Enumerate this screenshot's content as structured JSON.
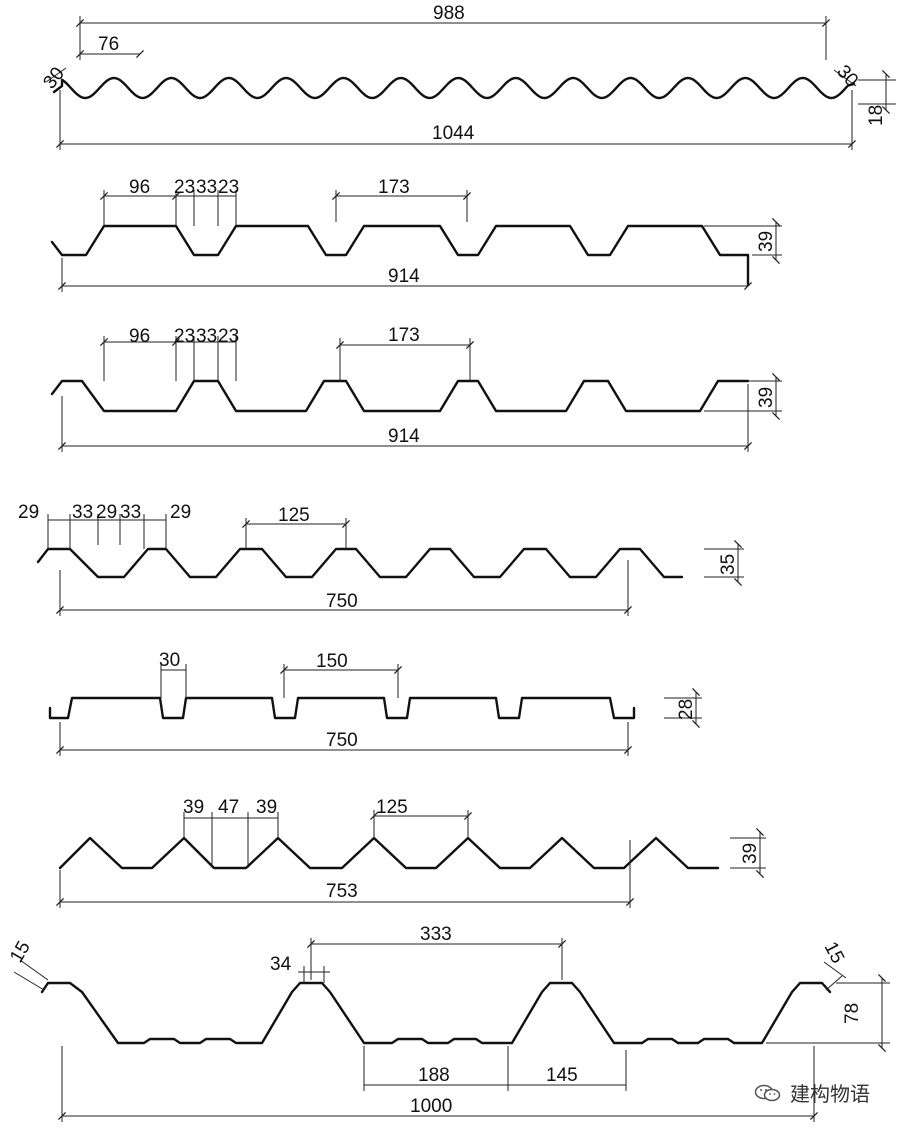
{
  "colors": {
    "line": "#111111",
    "background": "#ffffff"
  },
  "profiles": {
    "p1": {
      "overall": "1044",
      "pitch_span": "988",
      "pitch": "76",
      "end_left": "30",
      "end_right": "30",
      "height": "18"
    },
    "p2": {
      "crest": "96",
      "web_a": "23",
      "valley": "33",
      "web_b": "23",
      "pitch": "173",
      "height": "39",
      "overall": "914"
    },
    "p3": {
      "crest": "96",
      "web_a": "23",
      "valley": "33",
      "web_b": "23",
      "pitch": "173",
      "height": "39",
      "overall": "914"
    },
    "p4": {
      "d1": "29",
      "d2": "33",
      "d3": "29",
      "d4": "33",
      "d5": "29",
      "pitch": "125",
      "height": "35",
      "overall": "750"
    },
    "p5": {
      "rib": "30",
      "pitch": "150",
      "height": "28",
      "overall": "750"
    },
    "p6": {
      "web_a": "39",
      "flat": "47",
      "web_b": "39",
      "pitch": "125",
      "height": "39",
      "overall": "753"
    },
    "p7": {
      "end_left": "15",
      "crest": "34",
      "pitch": "333",
      "end_right": "15",
      "height": "78",
      "pan": "188",
      "web": "145",
      "overall": "1000"
    }
  },
  "watermark": {
    "text": "建构物语",
    "icon": "wechat-icon"
  }
}
